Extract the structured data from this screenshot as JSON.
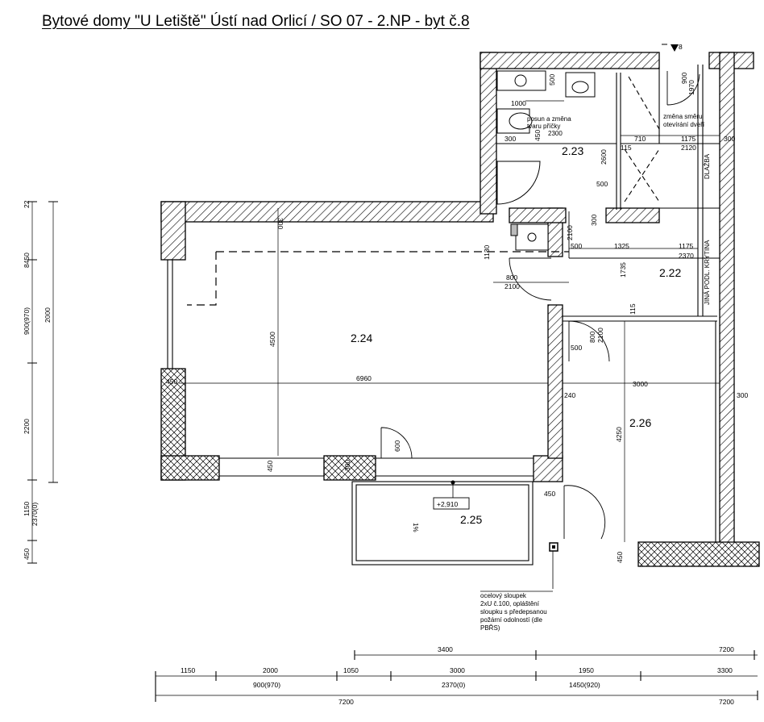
{
  "title": "Bytové domy \"U Letiště\" Ústí nad Orlicí / SO 07 - 2.NP - byt č.8",
  "rooms": {
    "r224": "2.24",
    "r222": "2.22",
    "r223": "2.23",
    "r225": "2.25",
    "r226": "2.26"
  },
  "level_mark": "+2,910",
  "section_mark": "8",
  "slope": "1%",
  "notes": {
    "partition": [
      "posun a změna",
      "tvaru příčky",
      "2300"
    ],
    "door_change": [
      "změna směru",
      "otevírání dveří"
    ],
    "floor_tile": "DLAŽBA",
    "floor_other": "JINÁ PODL. KRYTINA",
    "column": [
      "ocelový sloupek",
      "2xU č.100, opláštění",
      "sloupku s předepsanou",
      "požární odolností (dle",
      "PBŘS)"
    ]
  },
  "dims": {
    "d1150": "1150",
    "d2000": "2000",
    "d1050": "1050",
    "d3000": "3000",
    "d1950": "1950",
    "d3300": "3300",
    "d900_970": "900(970)",
    "d2370_0": "2370(0)",
    "d1450_920": "1450(920)",
    "d7200": "7200",
    "d3400": "3400",
    "d6960": "6960",
    "d450": "450",
    "d240": "240",
    "d300": "300",
    "d4500": "4500",
    "d4250": "4250",
    "d1130": "1130",
    "d800": "800",
    "d2100": "2100",
    "d500": "500",
    "d1325": "1325",
    "d1175": "1175",
    "d2370": "2370",
    "d1735": "1735",
    "d115": "115",
    "d2600": "2600",
    "d710": "710",
    "d2120": "2120",
    "d1000": "1000",
    "d1970": "1970",
    "d900": "900",
    "d600": "600",
    "d8450": "8450",
    "d2200": "2200",
    "d22": "22"
  },
  "colors": {
    "ink": "#000000",
    "paper": "#ffffff"
  }
}
